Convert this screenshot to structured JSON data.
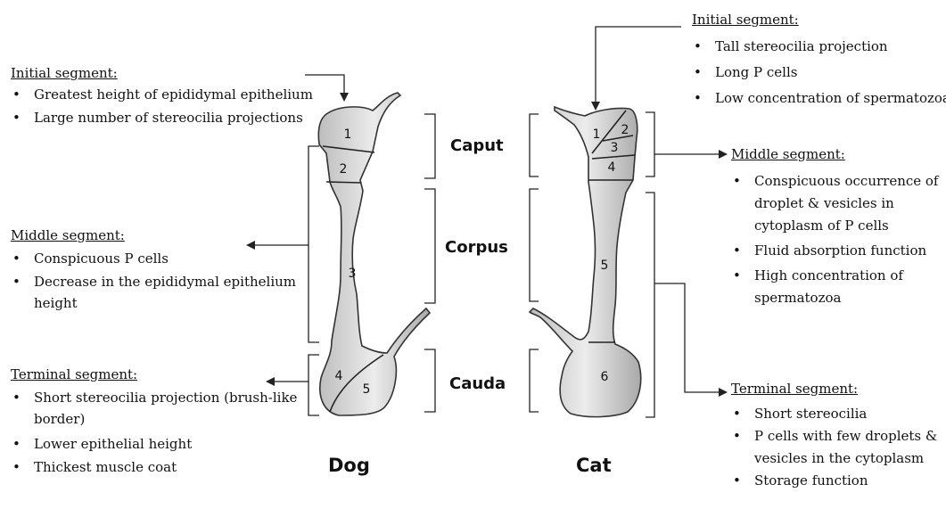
{
  "left_panel": {
    "initial": {
      "title": "Initial segment:",
      "items": [
        "Greatest height of epididymal epithelium",
        "Large number of stereocilia projections"
      ]
    },
    "middle": {
      "title": "Middle segment:",
      "items": [
        "Conspicuous P cells",
        "Decrease in the epididymal epithelium",
        "height"
      ]
    },
    "terminal": {
      "title": "Terminal segment:",
      "items": [
        "Short stereocilia projection (brush-like",
        "border)",
        "Lower epithelial height",
        "Thickest muscle coat"
      ]
    }
  },
  "right_panel": {
    "initial": {
      "title": "Initial segment:",
      "items": [
        "Tall stereocilia projection",
        "Long P cells",
        "Low concentration of spermatozoa"
      ]
    },
    "middle": {
      "title": "Middle segment:",
      "items": [
        "Conspicuous occurrence of",
        "droplet & vesicles in",
        "cytoplasm of P cells",
        "Fluid absorption function",
        "High concentration of",
        "spermatozoa"
      ]
    },
    "terminal": {
      "title": "Terminal segment:",
      "items": [
        "Short stereocilia",
        "P cells with few droplets &",
        "vesicles in the cytoplasm",
        "Storage function"
      ]
    }
  },
  "regions": [
    "Caput",
    "Corpus",
    "Cauda"
  ],
  "species": [
    "Dog",
    "Cat"
  ],
  "dog_segments": [
    "1",
    "2",
    "3",
    "4",
    "5"
  ],
  "cat_segments": [
    "1",
    "2",
    "3",
    "4",
    "5",
    "6"
  ],
  "colors": {
    "organ_fill": "#dcdcdc",
    "organ_edge": "#333333",
    "text": "#111111"
  }
}
